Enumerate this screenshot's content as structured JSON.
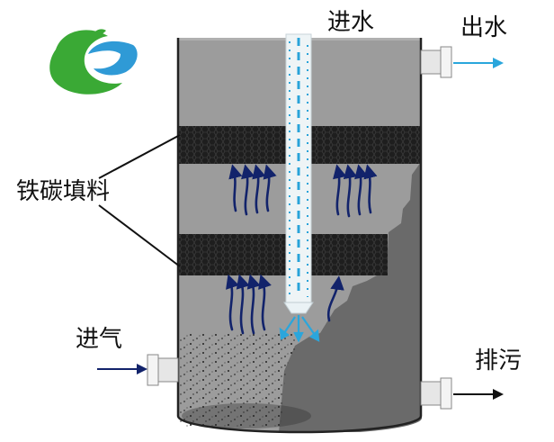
{
  "labels": {
    "water_in": "进水",
    "water_out": "出水",
    "filler": "铁碳填料",
    "air_in": "进气",
    "sludge_out": "排污"
  },
  "colors": {
    "tank_fill": "#9c9c9c",
    "tank_dark": "#6a6a6a",
    "filler_band": "#1e1e1e",
    "pipe_fill": "#eef4f6",
    "pipe_dash": "#29a3d9",
    "flow_arrow": "#12236b",
    "outlet_arrow": "#2aa6dc",
    "logo_green": "#3aa935",
    "logo_blue": "#2f9ad6"
  },
  "icons": {
    "logo": "company-logo-icon",
    "flow": "upflow-arrow-icon",
    "diffuser": "diffuser-icon"
  }
}
